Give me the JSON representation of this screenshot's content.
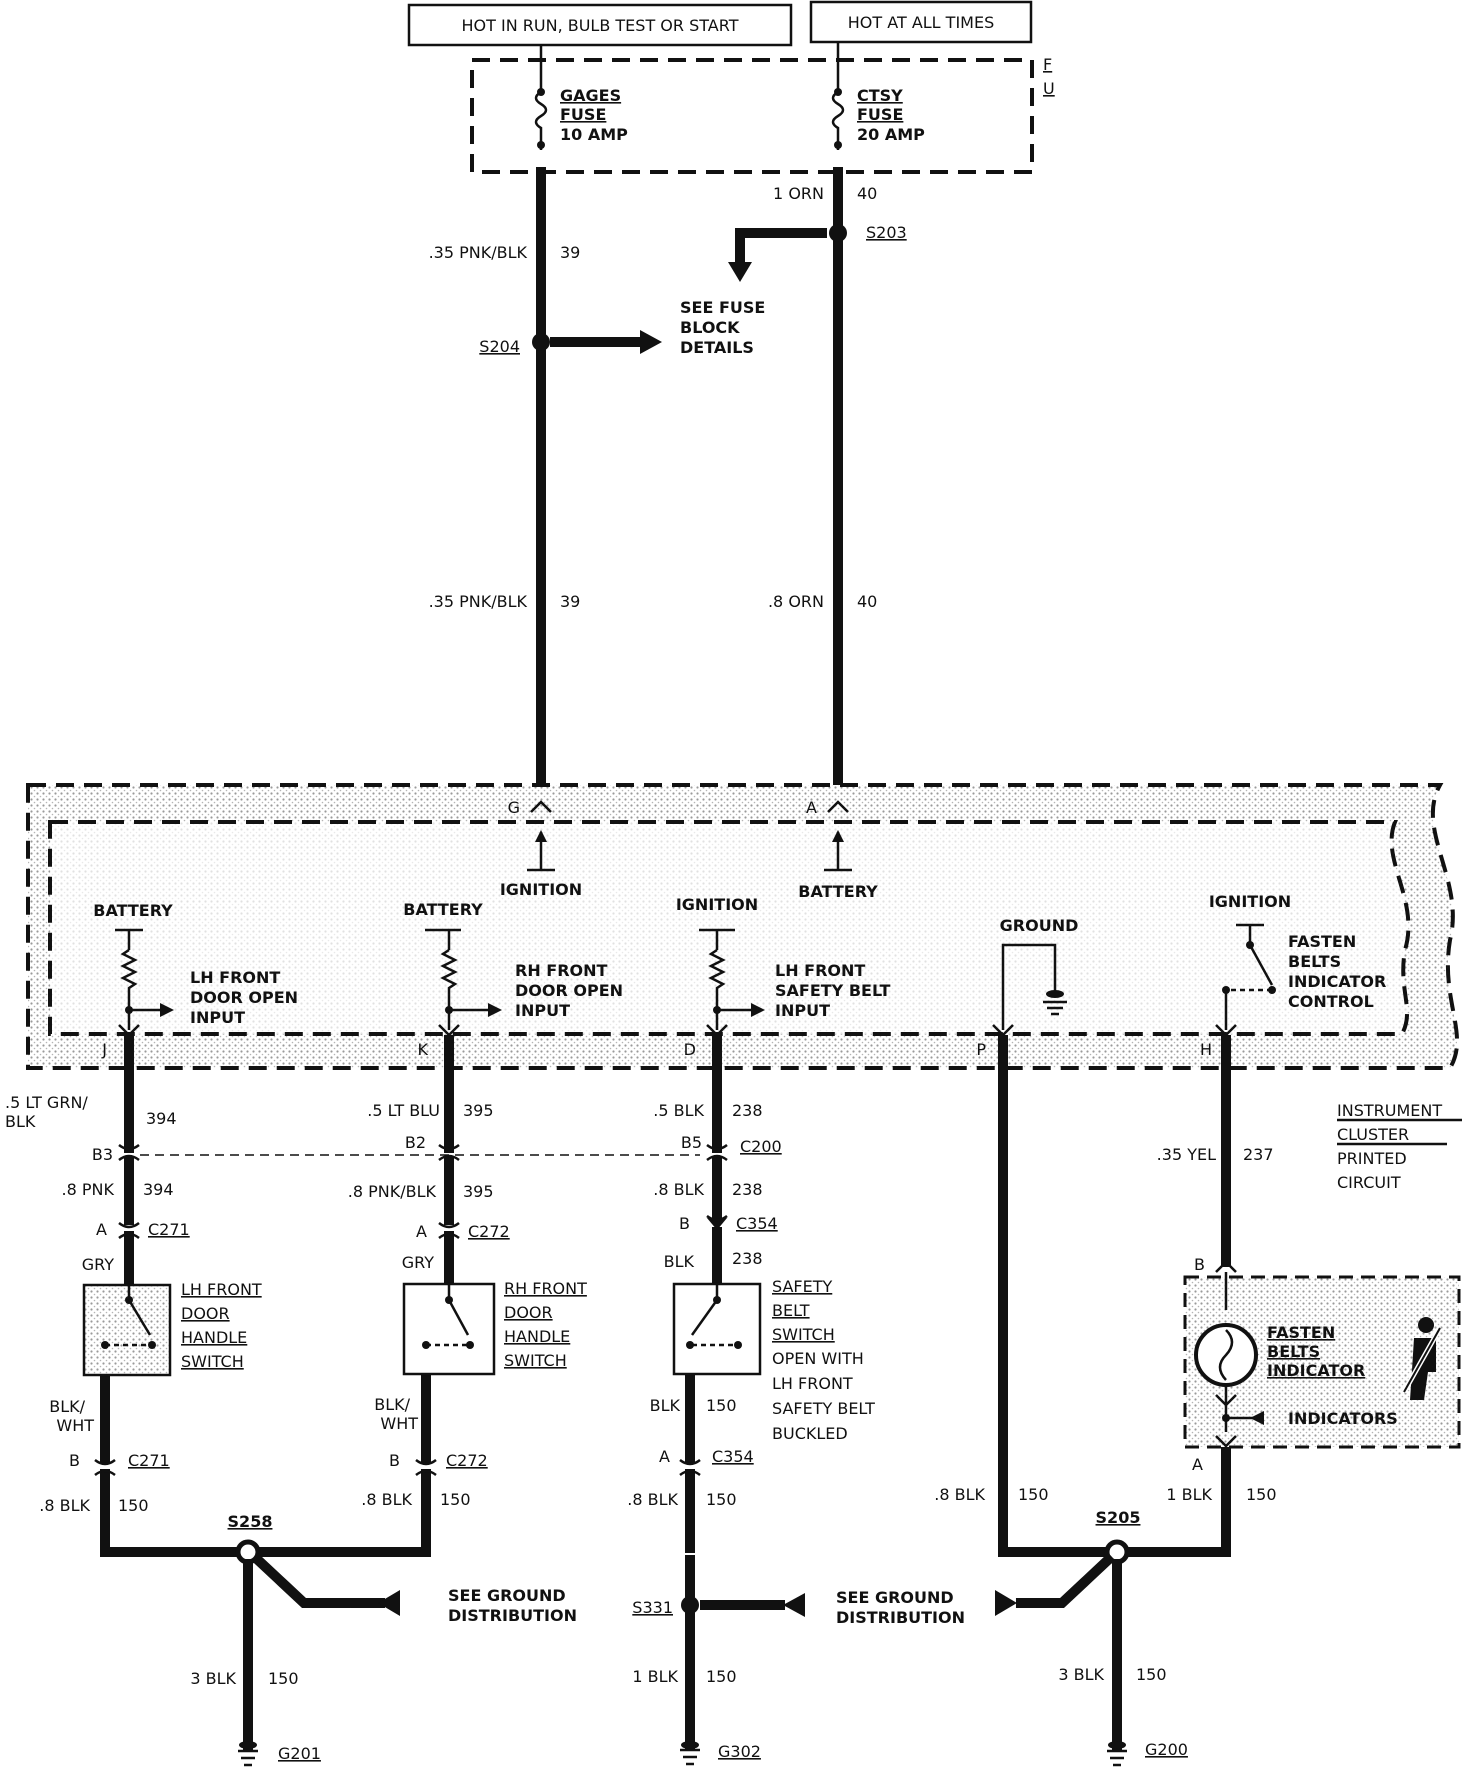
{
  "header": {
    "hot_run": "HOT IN RUN, BULB TEST OR START",
    "hot_all": "HOT AT ALL TIMES"
  },
  "fuse_block": {
    "label": "FUSE BLOCK",
    "gages": [
      "GAGES",
      "FUSE",
      "10 AMP"
    ],
    "ctsy": [
      "CTSY",
      "FUSE",
      "20 AMP"
    ]
  },
  "upper_wires": {
    "w39_top": {
      "gauge": ".35 PNK/BLK",
      "circuit": "39"
    },
    "w40_top": {
      "gauge": "1 ORN",
      "circuit": "40"
    },
    "s203": "S203",
    "s204": "S204",
    "see_fuse": [
      "SEE FUSE",
      "BLOCK",
      "DETAILS"
    ],
    "w39_mid": {
      "gauge": ".35 PNK/BLK",
      "circuit": "39"
    },
    "w40_mid": {
      "gauge": ".8 ORN",
      "circuit": "40"
    }
  },
  "cluster": {
    "label": [
      "INSTRUMENT",
      "CLUSTER",
      "PRINTED",
      "CIRCUIT"
    ],
    "pin_g": "G",
    "pin_a": "A",
    "ignition_top": "IGNITION",
    "battery_top": "BATTERY",
    "battery_j": "BATTERY",
    "battery_k": "BATTERY",
    "ignition_d": "IGNITION",
    "ground": "GROUND",
    "ignition_h": "IGNITION",
    "lh_door_input": [
      "LH FRONT",
      "DOOR OPEN",
      "INPUT"
    ],
    "rh_door_input": [
      "RH FRONT",
      "DOOR OPEN",
      "INPUT"
    ],
    "belt_input": [
      "LH FRONT",
      "SAFETY BELT",
      "INPUT"
    ],
    "fasten_control": [
      "FASTEN",
      "BELTS",
      "INDICATOR",
      "CONTROL"
    ],
    "pins": [
      "J",
      "K",
      "D",
      "P",
      "H"
    ]
  },
  "col_j": {
    "gauge1": [
      ".5 LT GRN/",
      "BLK"
    ],
    "circuit1": "394",
    "conn_c200_pin": "B3",
    "gauge2": ".8 PNK",
    "circuit2": "394",
    "c271_pin_a": "A",
    "c271": "C271",
    "gry": "GRY",
    "switch": [
      "LH FRONT",
      "DOOR",
      "HANDLE",
      "SWITCH"
    ],
    "gauge3": [
      "BLK/",
      "WHT"
    ],
    "c271_pin_b": "B",
    "c271_b": "C271",
    "gauge4": ".8 BLK",
    "circuit4": "150"
  },
  "col_k": {
    "gauge1": ".5 LT BLU",
    "circuit1": "395",
    "conn_c200_pin": "B2",
    "gauge2": ".8 PNK/BLK",
    "circuit2": "395",
    "c272_pin_a": "A",
    "c272": "C272",
    "gry": "GRY",
    "switch": [
      "RH FRONT",
      "DOOR",
      "HANDLE",
      "SWITCH"
    ],
    "gauge3": [
      "BLK/",
      "WHT"
    ],
    "c272_pin_b": "B",
    "c272_b": "C272",
    "gauge4": ".8 BLK",
    "circuit4": "150"
  },
  "col_d": {
    "gauge1": ".5 BLK",
    "circuit1": "238",
    "conn_c200_pin": "B5",
    "c200": "C200",
    "gauge2": ".8 BLK",
    "circuit2": "238",
    "c354_pin_b": "B",
    "c354": "C354",
    "gauge3": "BLK",
    "circuit3": "238",
    "switch": [
      "SAFETY",
      "BELT",
      "SWITCH"
    ],
    "switch_note": [
      "OPEN WITH",
      "LH FRONT",
      "SAFETY BELT",
      "BUCKLED"
    ],
    "gauge4": "BLK",
    "circuit4": "150",
    "c354_pin_a": "A",
    "c354_a": "C354",
    "gauge5": ".8 BLK",
    "circuit5": "150",
    "s331": "S331",
    "see_ground": [
      "SEE GROUND",
      "DISTRIBUTION"
    ],
    "gauge6": "1 BLK",
    "circuit6": "150",
    "g302": "G302"
  },
  "col_h": {
    "gauge1": ".35 YEL",
    "circuit1": "237",
    "pin_b": "B",
    "indicator": [
      "FASTEN",
      "BELTS",
      "INDICATOR"
    ],
    "indicators": "INDICATORS",
    "pin_a": "A",
    "gauge2": "1 BLK",
    "circuit2": "150"
  },
  "col_p": {
    "gauge1": ".8 BLK",
    "circuit1": "150"
  },
  "ground_left": {
    "s258": "S258",
    "see_ground": [
      "SEE GROUND",
      "DISTRIBUTION"
    ],
    "gauge": "3 BLK",
    "circuit": "150",
    "g201": "G201"
  },
  "ground_right": {
    "s205": "S205",
    "gauge": "3 BLK",
    "circuit": "150",
    "g200": "G200"
  }
}
